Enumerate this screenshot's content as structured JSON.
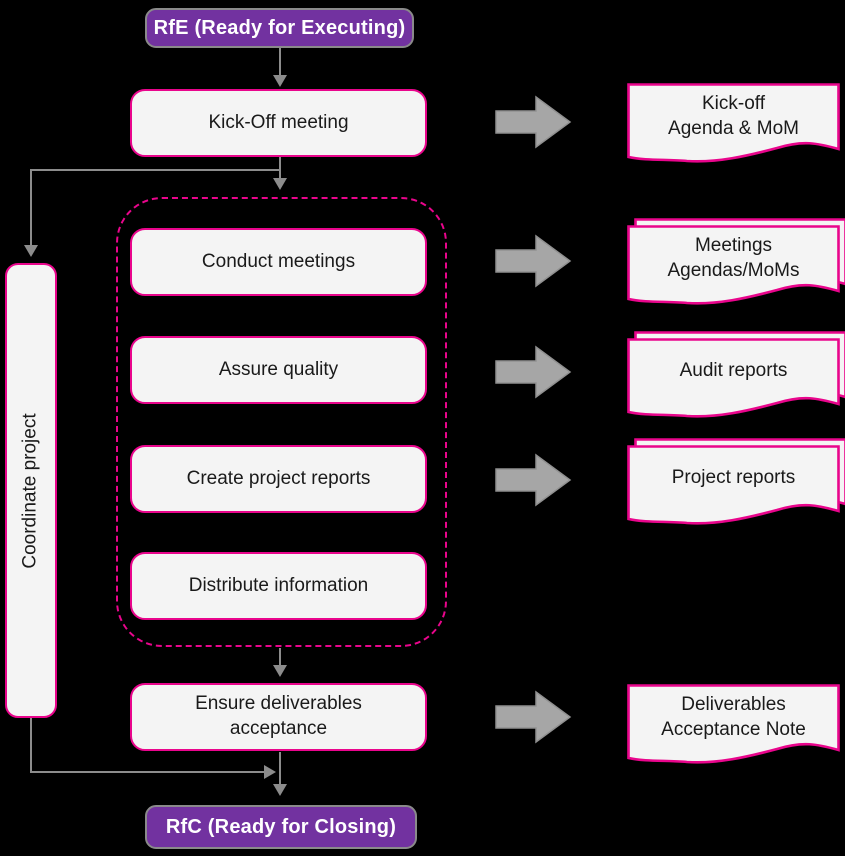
{
  "flow": {
    "start": "RfE (Ready for Executing)",
    "kickoff": "Kick-Off meeting",
    "coordinate": "Coordinate project",
    "tasks": [
      "Conduct meetings",
      "Assure quality",
      "Create project reports",
      "Distribute information"
    ],
    "ensure": "Ensure deliverables acceptance",
    "end": "RfC (Ready for Closing)"
  },
  "documents": [
    {
      "name": "kickoff-agenda-mom",
      "stacked": false,
      "lines": [
        "Kick-off",
        "Agenda & MoM"
      ]
    },
    {
      "name": "meetings-agendas-moms",
      "stacked": true,
      "lines": [
        "Meetings",
        "Agendas/MoMs"
      ]
    },
    {
      "name": "audit-reports",
      "stacked": true,
      "lines": [
        "Audit reports"
      ]
    },
    {
      "name": "project-reports",
      "stacked": true,
      "lines": [
        "Project reports"
      ]
    },
    {
      "name": "deliverables-acceptance",
      "stacked": false,
      "lines": [
        "Deliverables",
        "Acceptance Note"
      ]
    }
  ],
  "colors": {
    "background": "#000000",
    "state_purple": "#7232A0",
    "state_border_gray": "#8a8a8a",
    "accent_magenta": "#E9058C",
    "shape_fill": "#F4F4F4",
    "connector_gray": "#8C8C8C",
    "block_arrow_fill": "#A6A6A6"
  }
}
